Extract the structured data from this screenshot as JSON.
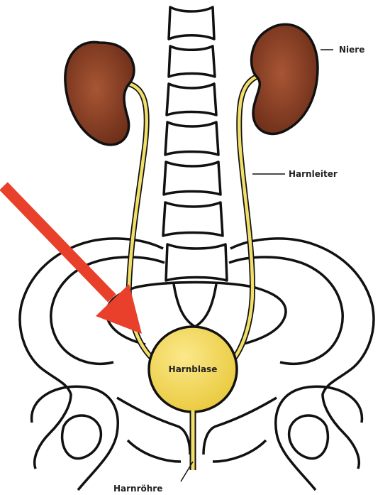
{
  "labels": {
    "kidney": "Niere",
    "ureter": "Harnleiter",
    "bladder": "Harnblase",
    "urethra": "Harnröhre"
  },
  "colors": {
    "kidney": "#9b4a2a",
    "kidney_dark": "#5a2414",
    "urinary_tract": "#f2df6a",
    "bladder": "#f6dc5e",
    "arrow": "#e8402a",
    "outline": "#111111"
  }
}
